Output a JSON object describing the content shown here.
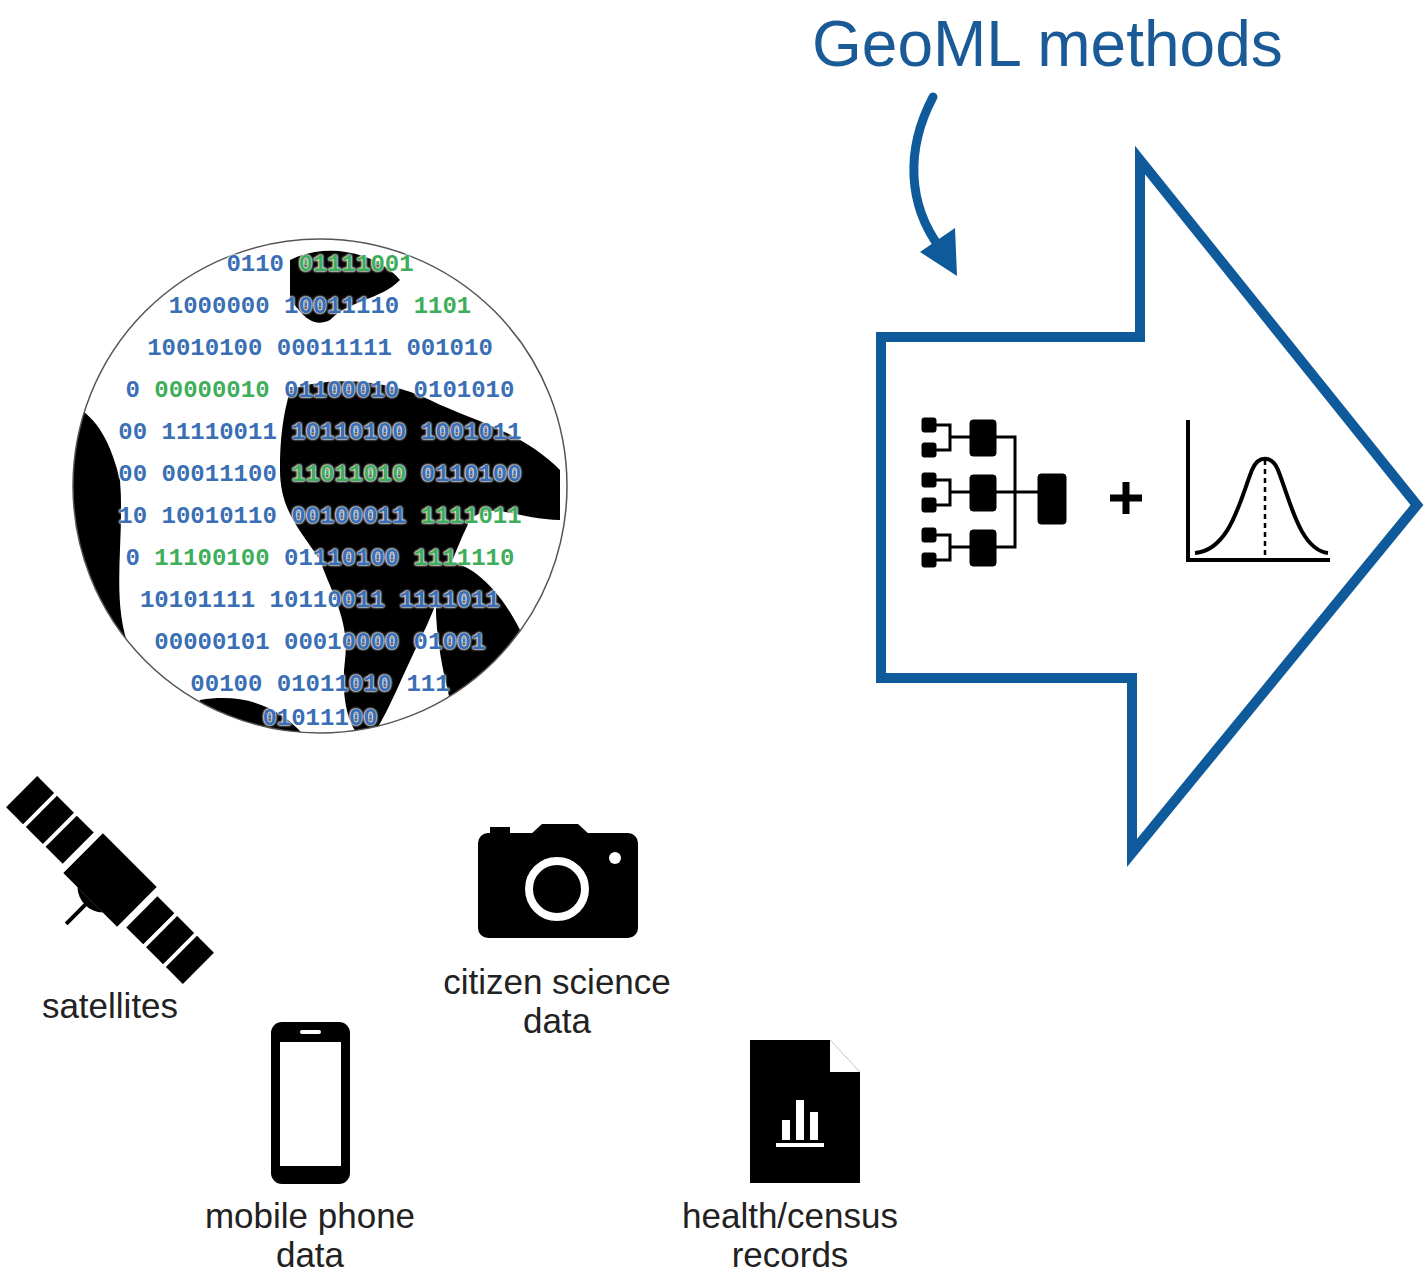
{
  "diagram": {
    "title": "GeoML methods",
    "labels": [
      "0110 01111001",
      "1000000 10011110 1101",
      "10010100 00011111 001010",
      "0 00000010 01100010 0101010",
      "00 11110011 10110100 1001011",
      "00 00011100 11011010 0110100",
      "10 10010110 00100011 1111011",
      "0 11100100 01110100 1111110",
      "10101111 10110011 1111011",
      "00000101 00010000 01001",
      "00100 01011010 111",
      "01011100",
      "satellites",
      "citizen science data",
      "mobile phone data",
      "health/census records"
    ]
  }
}
